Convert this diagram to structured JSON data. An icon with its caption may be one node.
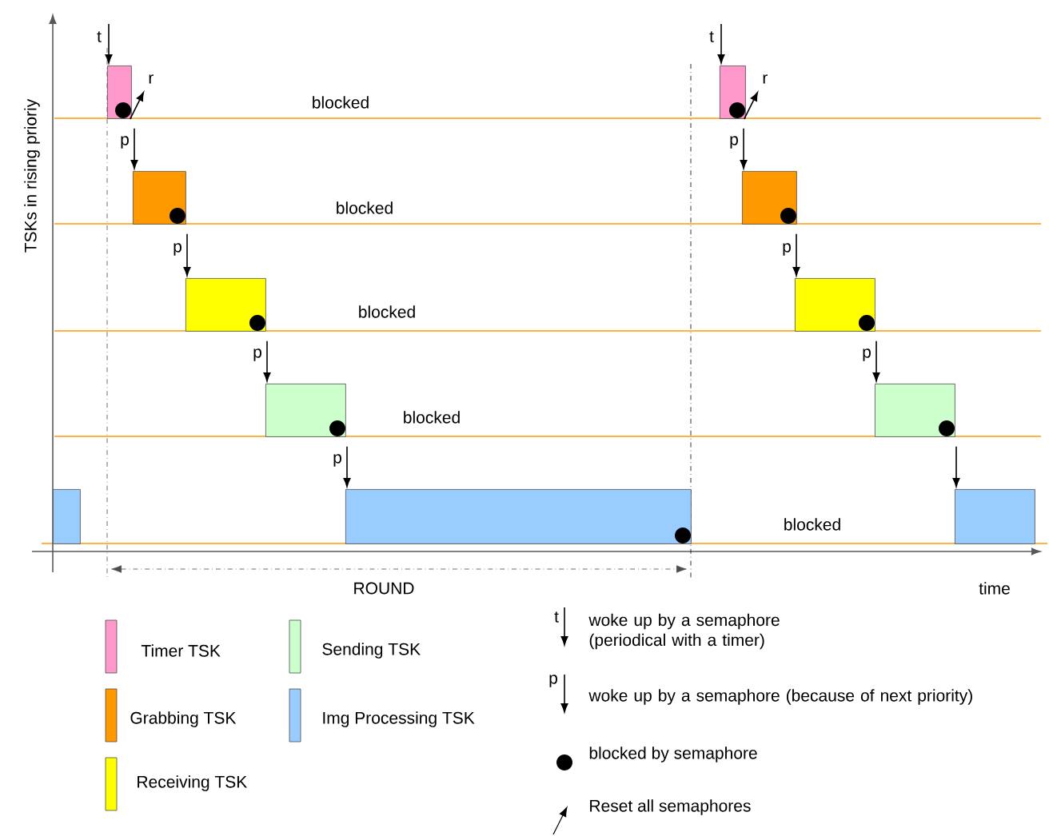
{
  "diagram": {
    "nodes": [
      {
        "text": [],
        "shape": "box"
      },
      {
        "text": [],
        "shape": "box"
      },
      {
        "text": [],
        "shape": "box"
      },
      {
        "text": [],
        "shape": "box"
      },
      {
        "text": [],
        "shape": "box"
      },
      {
        "text": [],
        "shape": "box"
      },
      {
        "text": [],
        "shape": "box"
      },
      {
        "text": [],
        "shape": "box"
      },
      {
        "text": [],
        "shape": "box"
      },
      {
        "text": [],
        "shape": "box"
      },
      {
        "text": [],
        "shape": "box"
      }
    ],
    "edges": [
      {
        "from": null,
        "to": 0,
        "arrow": "to",
        "label": "t"
      },
      {
        "from": 0,
        "to": null,
        "arrow": "to",
        "label": "r"
      },
      {
        "from": 0,
        "to": 1,
        "arrow": "to",
        "label": "p"
      },
      {
        "from": 1,
        "to": 2,
        "arrow": "to",
        "label": "p"
      },
      {
        "from": 2,
        "to": 3,
        "arrow": "to",
        "label": "p"
      },
      {
        "from": 3,
        "to": 5,
        "arrow": "to",
        "label": "p"
      },
      {
        "from": null,
        "to": 6,
        "arrow": "to",
        "label": "t"
      },
      {
        "from": 6,
        "to": null,
        "arrow": "to",
        "label": "r"
      },
      {
        "from": 6,
        "to": 7,
        "arrow": "to",
        "label": "p"
      },
      {
        "from": 7,
        "to": 8,
        "arrow": "to",
        "label": "p"
      },
      {
        "from": 8,
        "to": 9,
        "arrow": "to",
        "label": "p"
      },
      {
        "from": 9,
        "to": 10,
        "arrow": "to"
      }
    ],
    "labels": [
      "TSKs in rising prioriy",
      "blocked",
      "blocked",
      "blocked",
      "blocked",
      "blocked",
      "ROUND",
      "time",
      "t",
      "p"
    ],
    "legend": [
      {
        "text": "Timer TSK",
        "color": "#ff99cc"
      },
      {
        "text": "Grabbing TSK",
        "color": "#ff9900"
      },
      {
        "text": "Receiving TSK",
        "color": "#ffff00"
      },
      {
        "text": "Sending TSK",
        "color": "#ccffcc"
      },
      {
        "text": "Img Processing TSK",
        "color": "#99ccff"
      },
      {
        "text": "woke up by a semaphore (periodical with a timer)"
      },
      {
        "text": "woke up by a semaphore (because of next priority)"
      },
      {
        "text": "blocked by semaphore"
      },
      {
        "text": "Reset all semaphores"
      }
    ]
  }
}
